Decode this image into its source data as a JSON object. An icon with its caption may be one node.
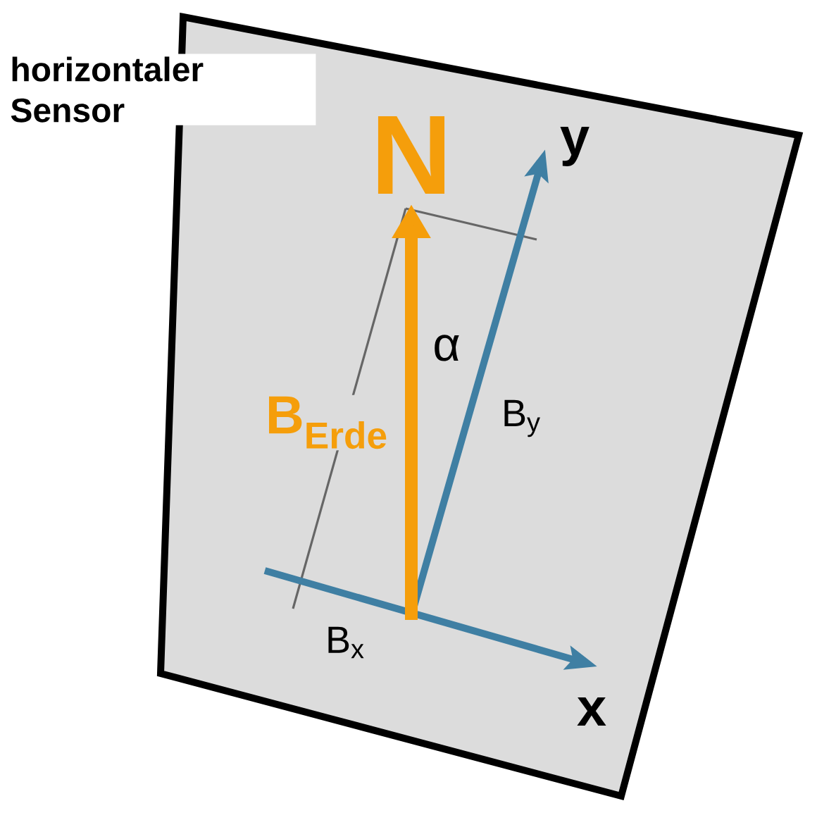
{
  "diagram": {
    "labels": [
      "horizontaler Sensor",
      "N",
      "y",
      "α",
      "B$_{Erde}$",
      "B$_{y}$",
      "B$_{x}$",
      "x"
    ]
  }
}
